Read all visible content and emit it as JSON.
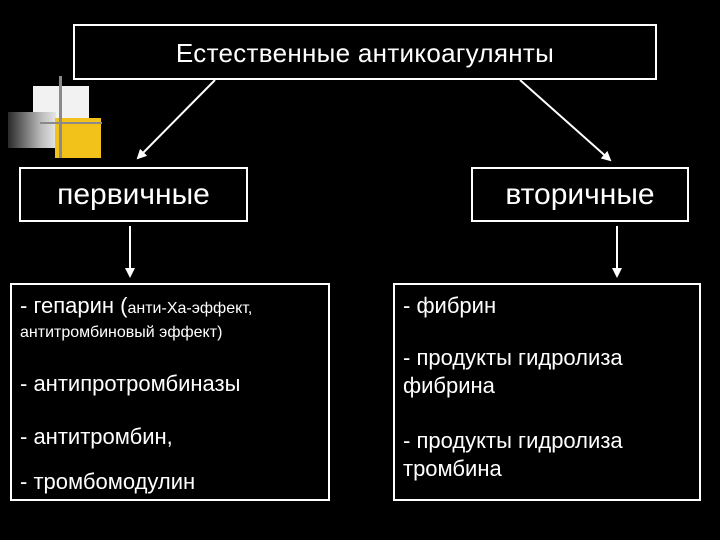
{
  "title": "Естественные антикоагулянты",
  "categories": {
    "primary": "первичные",
    "secondary": "вторичные"
  },
  "primary_items": {
    "heparin_main": "- гепарин (",
    "heparin_note": "анти-Ха-эффект,",
    "heparin_note2": "антитромбиновый эффект)",
    "antiprothrombinase": "- антипротромбиназы",
    "antithrombin": "- антитромбин,",
    "thrombomodulin": "- тромбомодулин"
  },
  "secondary_items": {
    "fibrin": "- фибрин",
    "fibrin_hydrolysis_1": "- продукты гидролиза",
    "fibrin_hydrolysis_2": "фибрина",
    "thrombin_hydrolysis_1": "- продукты гидролиза",
    "thrombin_hydrolysis_2": "тромбина"
  },
  "colors": {
    "background": "#000000",
    "foreground": "#ffffff",
    "accent_yellow": "#f2c21a"
  }
}
